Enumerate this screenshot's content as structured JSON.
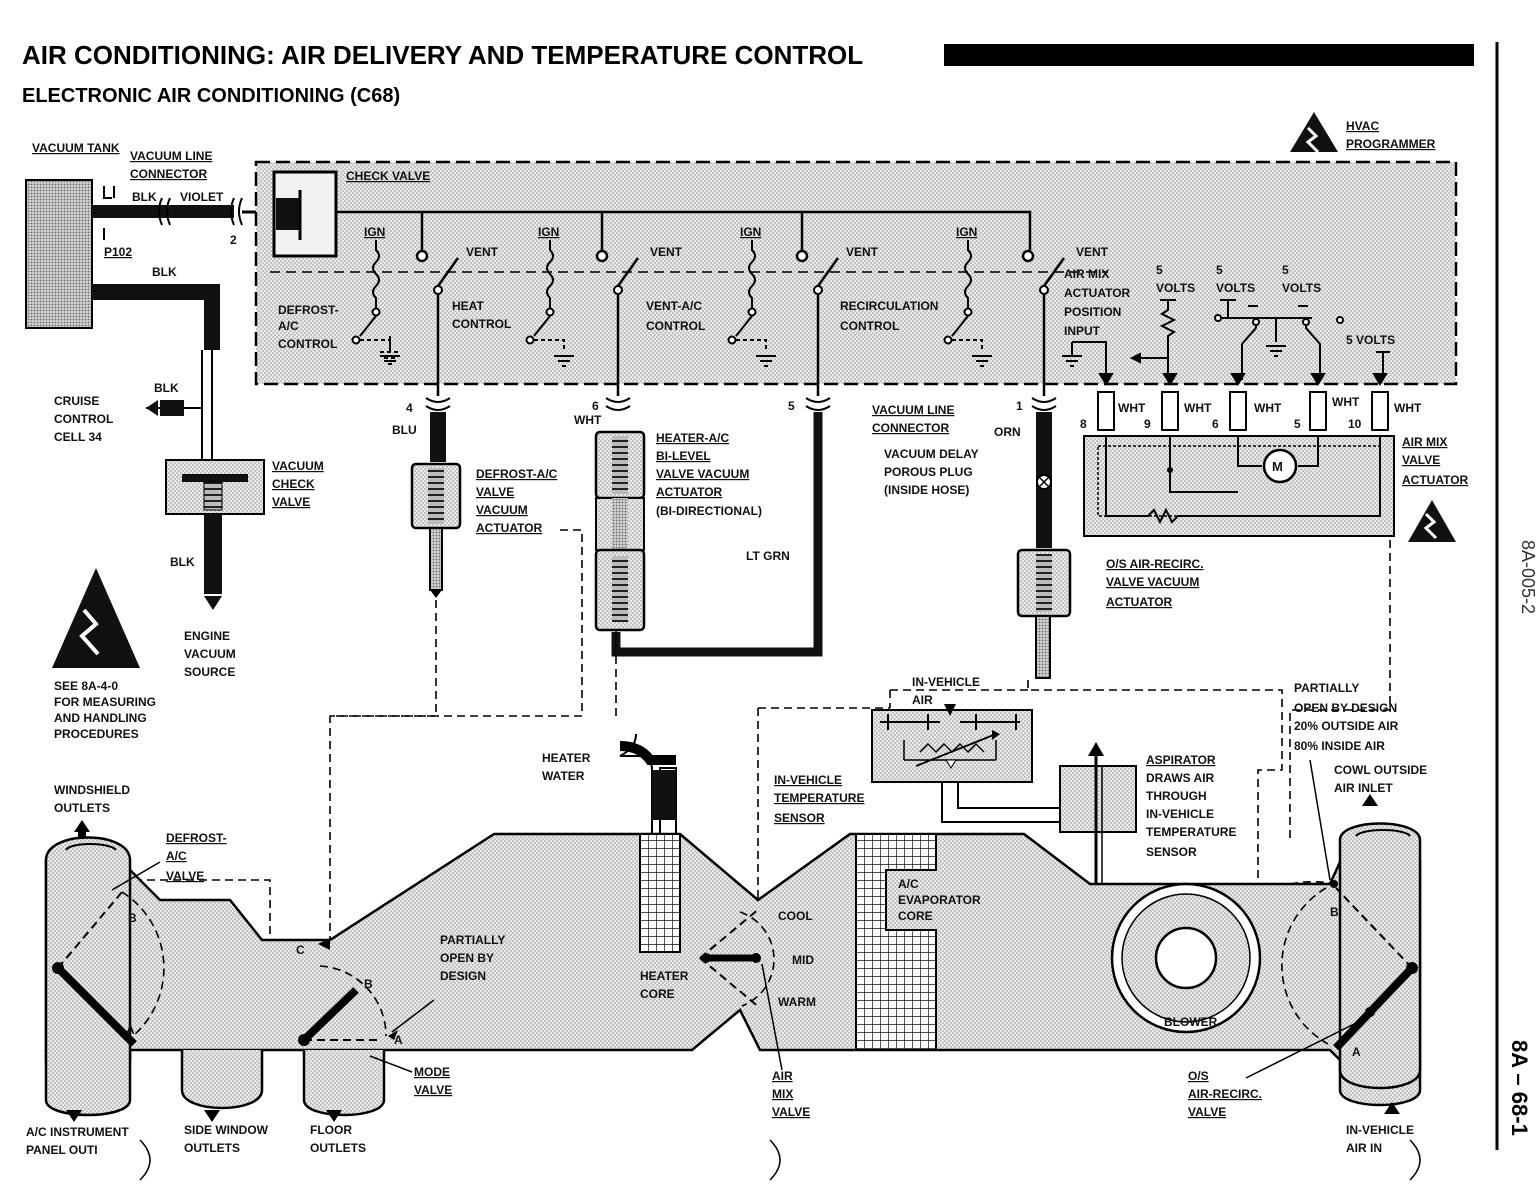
{
  "title": "AIR CONDITIONING: AIR DELIVERY AND TEMPERATURE CONTROL",
  "subtitle": "ELECTRONIC AIR CONDITIONING (C68)",
  "page_number": "8A – 68-1",
  "figure_id": "8A-005-2",
  "labels": {
    "vacuum_tank": "VACUUM TANK",
    "vacuum_line_connector_top_1": "VACUUM LINE",
    "vacuum_line_connector_top_2": "CONNECTOR",
    "blk": "BLK",
    "violet": "VIOLET",
    "p102": "P102",
    "pin_2": "2",
    "check_valve": "CHECK VALVE",
    "hvac_programmer_1": "HVAC",
    "hvac_programmer_2": "PROGRAMMER",
    "ign": "IGN",
    "vent": "VENT",
    "defrost_control_1": "DEFROST-",
    "defrost_control_2": "A/C",
    "defrost_control_3": "CONTROL",
    "heat_control_1": "HEAT",
    "heat_control_2": "CONTROL",
    "vent_ac_control_1": "VENT-A/C",
    "vent_ac_control_2": "CONTROL",
    "recirc_control_1": "RECIRCULATION",
    "recirc_control_2": "CONTROL",
    "air_mix_pos_1": "AIR MIX",
    "air_mix_pos_2": "ACTUATOR",
    "air_mix_pos_3": "POSITION",
    "air_mix_pos_4": "INPUT",
    "five_volts": "5",
    "volts": "VOLTS",
    "five_volts_full": "5 VOLTS",
    "cruise_1": "CRUISE",
    "cruise_2": "CONTROL",
    "cruise_3": "CELL 34",
    "vac_check_1": "VACUUM",
    "vac_check_2": "CHECK",
    "vac_check_3": "VALVE",
    "engine_1": "ENGINE",
    "engine_2": "VACUUM",
    "engine_3": "SOURCE",
    "see_1": "SEE 8A-4-0",
    "see_2": "FOR MEASURING",
    "see_3": "AND HANDLING",
    "see_4": "PROCEDURES",
    "pin_4": "4",
    "pin_6": "6",
    "pin_5": "5",
    "pin_1": "1",
    "blu": "BLU",
    "wht": "WHT",
    "orn": "ORN",
    "lt_grn": "LT GRN",
    "defrost_act_1": "DEFROST-A/C",
    "defrost_act_2": "VALVE",
    "defrost_act_3": "VACUUM",
    "defrost_act_4": "ACTUATOR",
    "heater_act_1": "HEATER-A/C",
    "heater_act_2": "BI-LEVEL",
    "heater_act_3": "VALVE VACUUM",
    "heater_act_4": "ACTUATOR",
    "heater_act_5": "(BI-DIRECTIONAL)",
    "vlc_1": "VACUUM LINE",
    "vlc_2": "CONNECTOR",
    "vdelay_1": "VACUUM DELAY",
    "vdelay_2": "POROUS PLUG",
    "vdelay_3": "(INSIDE HOSE)",
    "pin_8": "8",
    "pin_9": "9",
    "pin_6b": "6",
    "pin_5b": "5",
    "pin_10": "10",
    "airmix_act_1": "AIR MIX",
    "airmix_act_2": "VALVE",
    "airmix_act_3": "ACTUATOR",
    "motor": "M",
    "os_act_1": "O/S AIR-RECIRC.",
    "os_act_2": "VALVE VACUUM",
    "os_act_3": "ACTUATOR",
    "partial_1": "PARTIALLY",
    "partial_2": "OPEN BY DESIGN",
    "partial_3": "20% OUTSIDE AIR",
    "partial_4": "80% INSIDE AIR",
    "invehicle_air_1": "IN-VEHICLE",
    "invehicle_air_2": "AIR",
    "ivts_1": "IN-VEHICLE",
    "ivts_2": "TEMPERATURE",
    "ivts_3": "SENSOR",
    "asp_1": "ASPIRATOR",
    "asp_2": "DRAWS AIR",
    "asp_3": "THROUGH",
    "asp_4": "IN-VEHICLE",
    "asp_5": "TEMPERATURE",
    "asp_6": "SENSOR",
    "heater_water_1": "HEATER",
    "heater_water_2": "WATER",
    "cowl_1": "COWL OUTSIDE",
    "cowl_2": "AIR INLET",
    "windshield_1": "WINDSHIELD",
    "windshield_2": "OUTLETS",
    "defrost_valve_1": "DEFROST-",
    "defrost_valve_2": "A/C",
    "defrost_valve_3": "VALVE",
    "pod_1": "PARTIALLY",
    "pod_2": "OPEN BY",
    "pod_3": "DESIGN",
    "cool": "COOL",
    "mid": "MID",
    "warm": "WARM",
    "heater_core_1": "HEATER",
    "heater_core_2": "CORE",
    "evap_1": "A/C",
    "evap_2": "EVAPORATOR",
    "evap_3": "CORE",
    "blower": "BLOWER",
    "letter_a": "A",
    "letter_b": "B",
    "letter_c": "C",
    "mode_1": "MODE",
    "mode_2": "VALVE",
    "amv_1": "AIR",
    "amv_2": "MIX",
    "amv_3": "VALVE",
    "osv_1": "O/S",
    "osv_2": "AIR-RECIRC.",
    "osv_3": "VALVE",
    "acip_1": "A/C INSTRUMENT",
    "acip_2": "PANEL OUTI",
    "side_1": "SIDE WINDOW",
    "side_2": "OUTLETS",
    "floor_1": "FLOOR",
    "floor_2": "OUTLETS",
    "iva_1": "IN-VEHICLE",
    "iva_2": "AIR IN"
  }
}
